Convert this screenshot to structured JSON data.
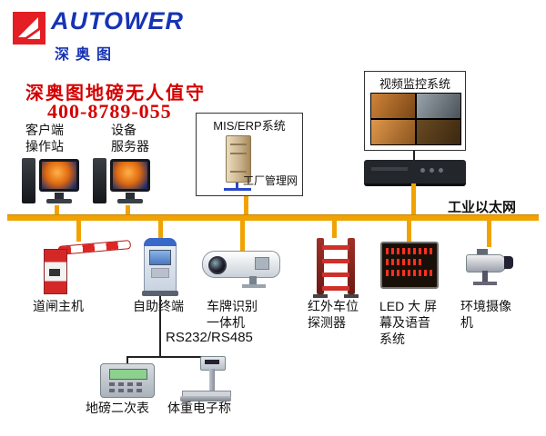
{
  "logo": {
    "brand": "AUTOWER",
    "brand_cn": "深奥图"
  },
  "header": {
    "title": "深奥图地磅无人值守",
    "phone": "400-8789-055"
  },
  "stations": {
    "client": {
      "lines": [
        "客户端",
        "操作站"
      ]
    },
    "server": {
      "lines": [
        "设备",
        "服务器"
      ]
    }
  },
  "mis_box": {
    "title": "MIS/ERP系统",
    "network_label": "工厂管理网"
  },
  "video_box": {
    "title": "视频监控系统"
  },
  "ethernet": {
    "label": "工业以太网"
  },
  "devices": [
    {
      "name": "barrier-gate",
      "lines": [
        "道闸主机"
      ]
    },
    {
      "name": "self-service-kiosk",
      "lines": [
        "自助终端"
      ]
    },
    {
      "name": "lpr-camera",
      "lines": [
        "车牌识别",
        "一体机"
      ]
    },
    {
      "name": "infrared-detector",
      "lines": [
        "红外车位",
        "探测器"
      ]
    },
    {
      "name": "led-screen",
      "lines": [
        "LED 大 屏",
        "幕及语音",
        "系统"
      ]
    },
    {
      "name": "env-camera",
      "lines": [
        "环境摄像",
        "机"
      ]
    }
  ],
  "serial_link": {
    "label": "RS232/RS485"
  },
  "sub_devices": [
    {
      "name": "weighbridge-indicator",
      "label": "地磅二次表"
    },
    {
      "name": "electronic-scale",
      "label": "体重电子称"
    }
  ],
  "colors": {
    "brand_blue": "#1733b5",
    "accent_red": "#d40000",
    "bus_gold": "#f0a300"
  }
}
